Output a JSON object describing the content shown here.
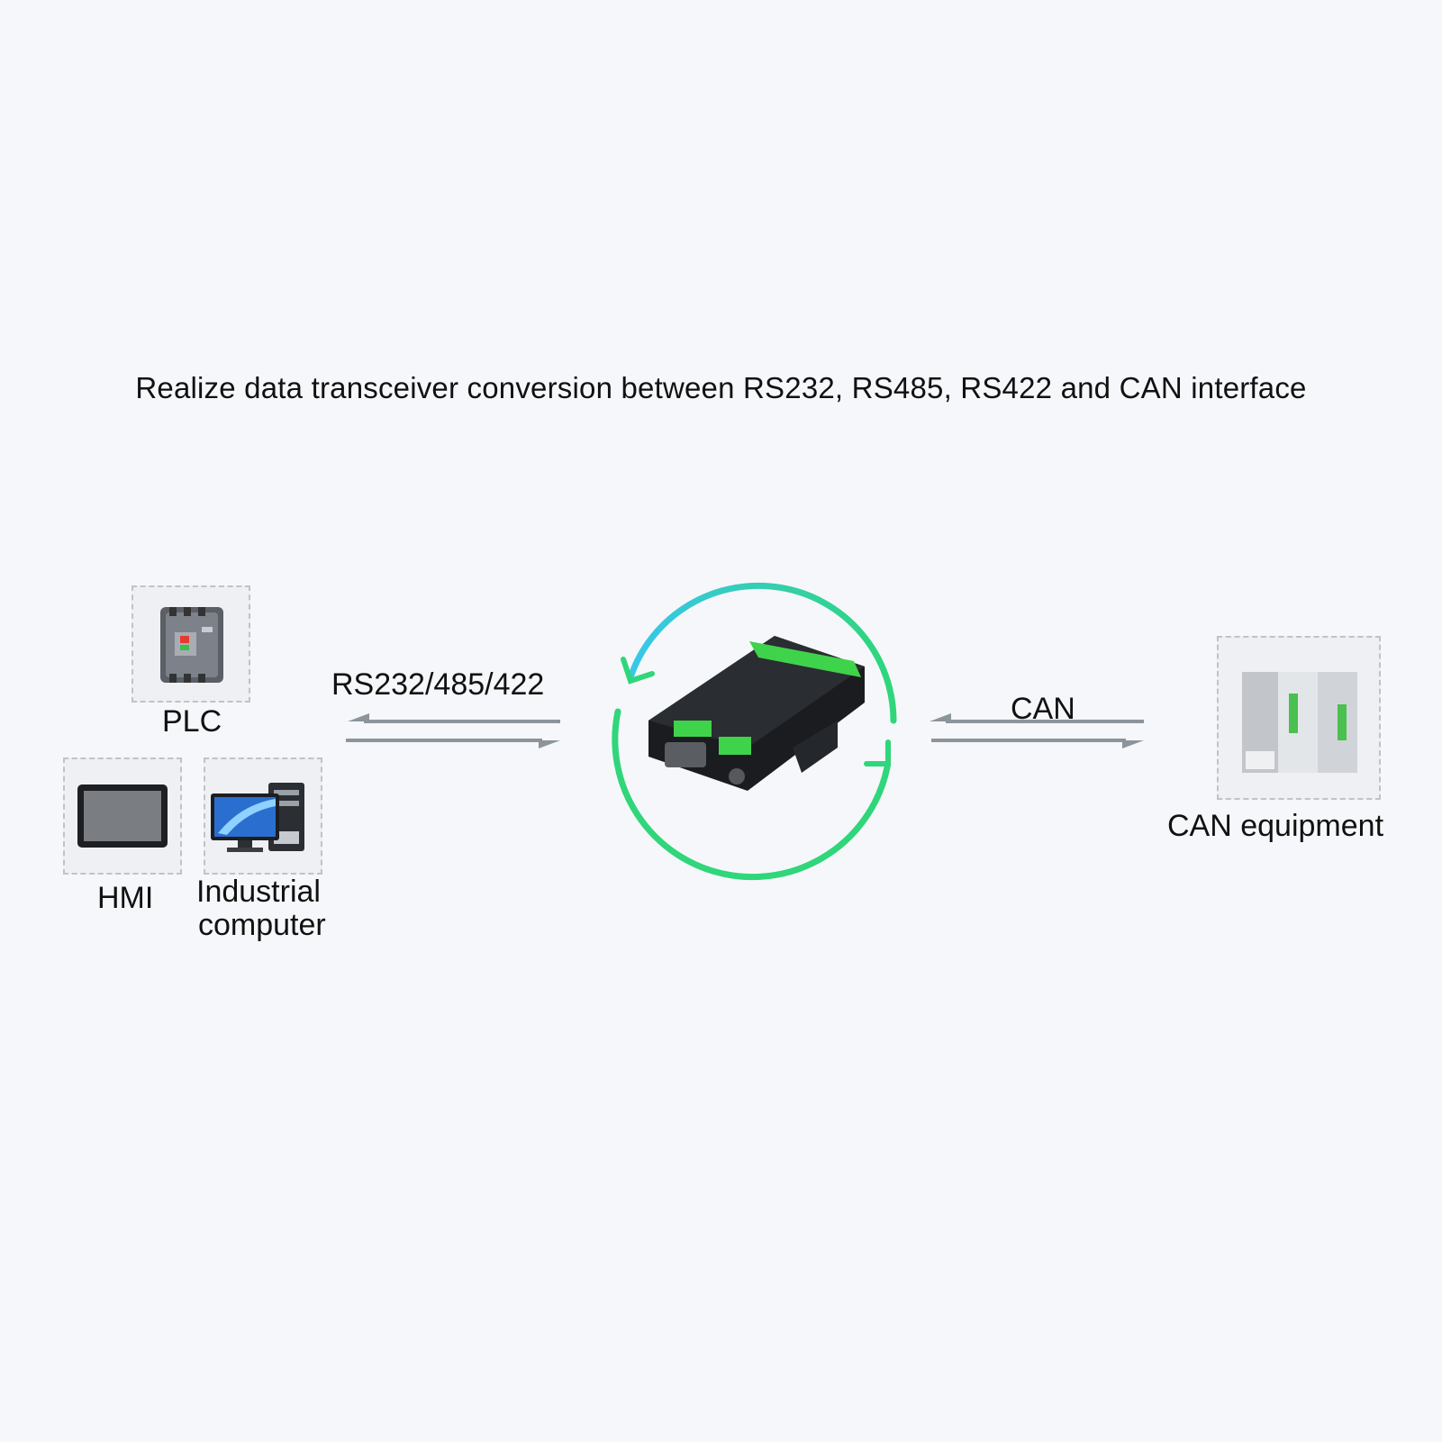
{
  "headline": "Realize data transceiver conversion between RS232, RS485, RS422 and CAN interface",
  "devices": {
    "plc": "PLC",
    "hmi": "HMI",
    "industrial_computer_line1": "Industrial",
    "industrial_computer_line2": "computer",
    "can_equipment": "CAN equipment"
  },
  "links": {
    "serial": "RS232/485/422",
    "can": "CAN"
  },
  "colors": {
    "arrow_gray": "#8c949c",
    "cycle_green": "#2fd67a",
    "cycle_cyan": "#38c7ea"
  }
}
